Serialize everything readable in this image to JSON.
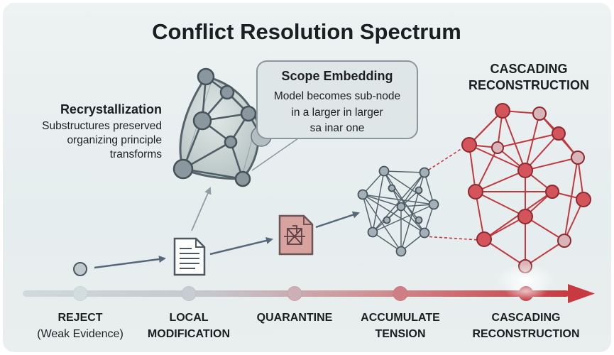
{
  "title": "Conflict Resolution Spectrum",
  "recrystallization": {
    "heading": "Recrystallization",
    "lines": [
      "Substructures preserved",
      "organizing principle",
      "transforms"
    ]
  },
  "scope_embedding": {
    "heading": "Scope Embedding",
    "lines": [
      "Model becomes sub-node",
      "in a larger in larger",
      "sa inar one"
    ]
  },
  "cascading_top": {
    "lines": [
      "CASCADING",
      "RECONSTRUCTION"
    ]
  },
  "axis_stages": [
    {
      "line1": "REJECT",
      "line2": "(Weak Evidence)"
    },
    {
      "line1": "LOCAL",
      "line2": "MODIFICATION"
    },
    {
      "line1": "QUARANTINE",
      "line2": ""
    },
    {
      "line1": "ACCUMULATE",
      "line2": "TENSION"
    },
    {
      "line1": "CASCADING",
      "line2": "RECONSTRUCTION"
    }
  ],
  "icons": {
    "document": "document-icon",
    "quarantine": "quarantined-document-icon",
    "point": "single-node-icon"
  },
  "colors": {
    "slate": "#54626c",
    "gray_node": "#8e9ba2",
    "red": "#c0393f",
    "red_node": "#d3545b",
    "pink_node": "#d9b4b8",
    "text": "#1c1f22"
  }
}
